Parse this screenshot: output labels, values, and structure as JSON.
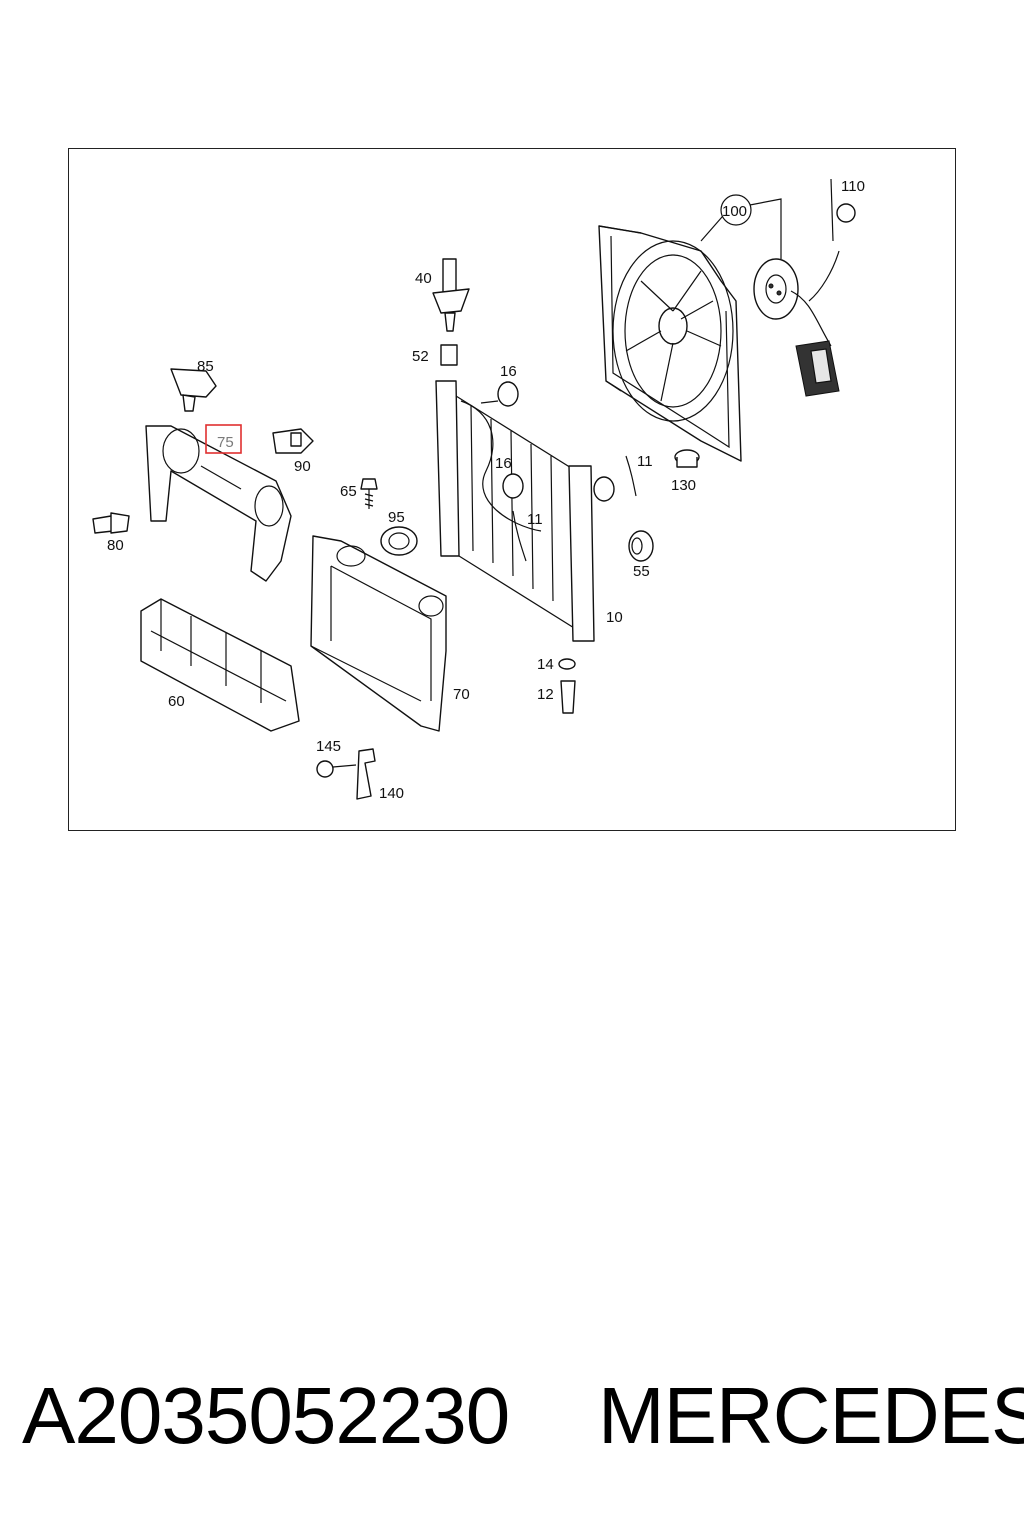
{
  "diagram": {
    "callouts": {
      "c110": "110",
      "c100": "100",
      "c40": "40",
      "c52": "52",
      "c16a": "16",
      "c85": "85",
      "c75": "75",
      "c90": "90",
      "c16b": "16",
      "c11a": "11",
      "c130": "130",
      "c65": "65",
      "c95": "95",
      "c11b": "11",
      "c80": "80",
      "c55": "55",
      "c10": "10",
      "c14": "14",
      "c12": "12",
      "c60": "60",
      "c70": "70",
      "c145": "145",
      "c140": "140"
    },
    "highlighted_callout": "75",
    "highlight_color": "#e03030"
  },
  "footer": {
    "part_number": "A2035052230",
    "brand": "MERCEDES"
  }
}
